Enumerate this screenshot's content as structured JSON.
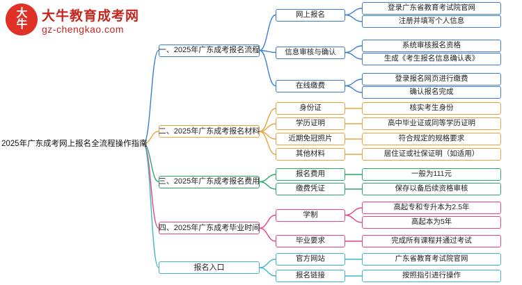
{
  "logo": {
    "badge_line1": "大",
    "badge_line2": "牛",
    "title": "大牛教育成考网",
    "subtitle": "gz-chengkao.com"
  },
  "root": {
    "label": "2025年广东成考网上报名全流程操作指南"
  },
  "colors": {
    "branch1": "#3b7fd4",
    "branch2": "#e8a33d",
    "branch3": "#2aa86a",
    "branch4": "#e8447f",
    "branch5": "#3fb6c9",
    "logo_red": "#c5251d"
  },
  "branches": [
    {
      "label": "一、2025年广东成考报名流程",
      "color": "#3b7fd4",
      "children": [
        {
          "label": "网上报名",
          "children": [
            {
              "label": "登录广东省教育考试院官网"
            },
            {
              "label": "注册并填写个人信息"
            }
          ]
        },
        {
          "label": "信息审核与确认",
          "children": [
            {
              "label": "系统审核报名资格"
            },
            {
              "label": "生成《考生报名信息确认表》"
            }
          ]
        },
        {
          "label": "在线缴费",
          "children": [
            {
              "label": "登录报名网页进行缴费"
            },
            {
              "label": "确认报名完成"
            }
          ]
        }
      ]
    },
    {
      "label": "二、2025年广东成考报名材料",
      "color": "#e8a33d",
      "children": [
        {
          "label": "身份证",
          "children": [
            {
              "label": "核实考生身份"
            }
          ]
        },
        {
          "label": "学历证明",
          "children": [
            {
              "label": "高中毕业证或同等学历证明"
            }
          ]
        },
        {
          "label": "近期免冠照片",
          "children": [
            {
              "label": "符合规定的规格要求"
            }
          ]
        },
        {
          "label": "其他材料",
          "children": [
            {
              "label": "居住证或社保证明（如适用）"
            }
          ]
        }
      ]
    },
    {
      "label": "三、2025年广东成考报名费用",
      "color": "#2aa86a",
      "children": [
        {
          "label": "报名费用",
          "children": [
            {
              "label": "一般为111元"
            }
          ]
        },
        {
          "label": "缴费凭证",
          "children": [
            {
              "label": "保存以备后续资格审核"
            }
          ]
        }
      ]
    },
    {
      "label": "四、2025年广东成考毕业时间",
      "color": "#e8447f",
      "children": [
        {
          "label": "学制",
          "children": [
            {
              "label": "高起专和专升本为2.5年"
            },
            {
              "label": "高起本为5年"
            }
          ]
        },
        {
          "label": "毕业要求",
          "children": [
            {
              "label": "完成所有课程并通过考试"
            }
          ]
        }
      ]
    },
    {
      "label": "报名入口",
      "color": "#3fb6c9",
      "children": [
        {
          "label": "官方网站",
          "children": [
            {
              "label": "广东省教育考试院官网"
            }
          ]
        },
        {
          "label": "报名链接",
          "children": [
            {
              "label": "按照指引进行操作"
            }
          ]
        }
      ]
    }
  ]
}
